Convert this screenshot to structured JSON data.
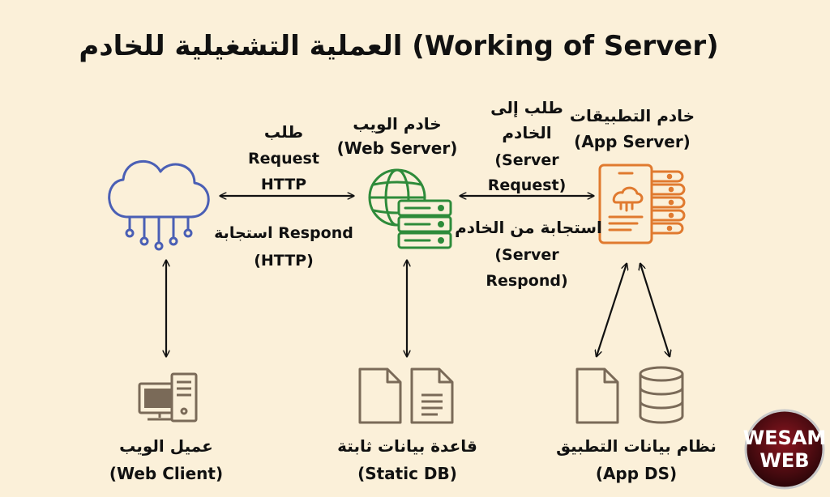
{
  "title": "العملية التشغيلية للخادم (Working of Server)",
  "nodes": {
    "web_server": {
      "ar": "خادم الويب",
      "en": "(Web Server)"
    },
    "app_server": {
      "ar": "خادم التطبيقات",
      "en": "(App Server)"
    },
    "web_client": {
      "ar": "عميل الويب",
      "en": "(Web Client)"
    },
    "static_db": {
      "ar": "قاعدة بيانات ثابتة",
      "en": "(Static DB)"
    },
    "app_ds": {
      "ar": "نظام بيانات التطبيق",
      "en": "(App DS)"
    }
  },
  "edges": {
    "http_request": {
      "ar": "طلب",
      "line1": "Request",
      "line2": "HTTP"
    },
    "http_respond": {
      "line1": "استجابة Respond",
      "line2": "(HTTP)"
    },
    "server_request": {
      "ar1": "طلب إلى",
      "ar2": "الخادم",
      "en1": "(Server",
      "en2": "Request)"
    },
    "server_respond": {
      "ar": "استجابة من الخادم",
      "en1": "(Server",
      "en2": "Respond)"
    }
  },
  "watermark": {
    "line1": "WESAM",
    "line2": "WEB"
  },
  "colors": {
    "background": "#fbf0d9",
    "cloud": "#4a5fb5",
    "web_server": "#2e8b3a",
    "app_server": "#e07a2f",
    "storage": "#7a6a58",
    "arrows": "#111111"
  }
}
